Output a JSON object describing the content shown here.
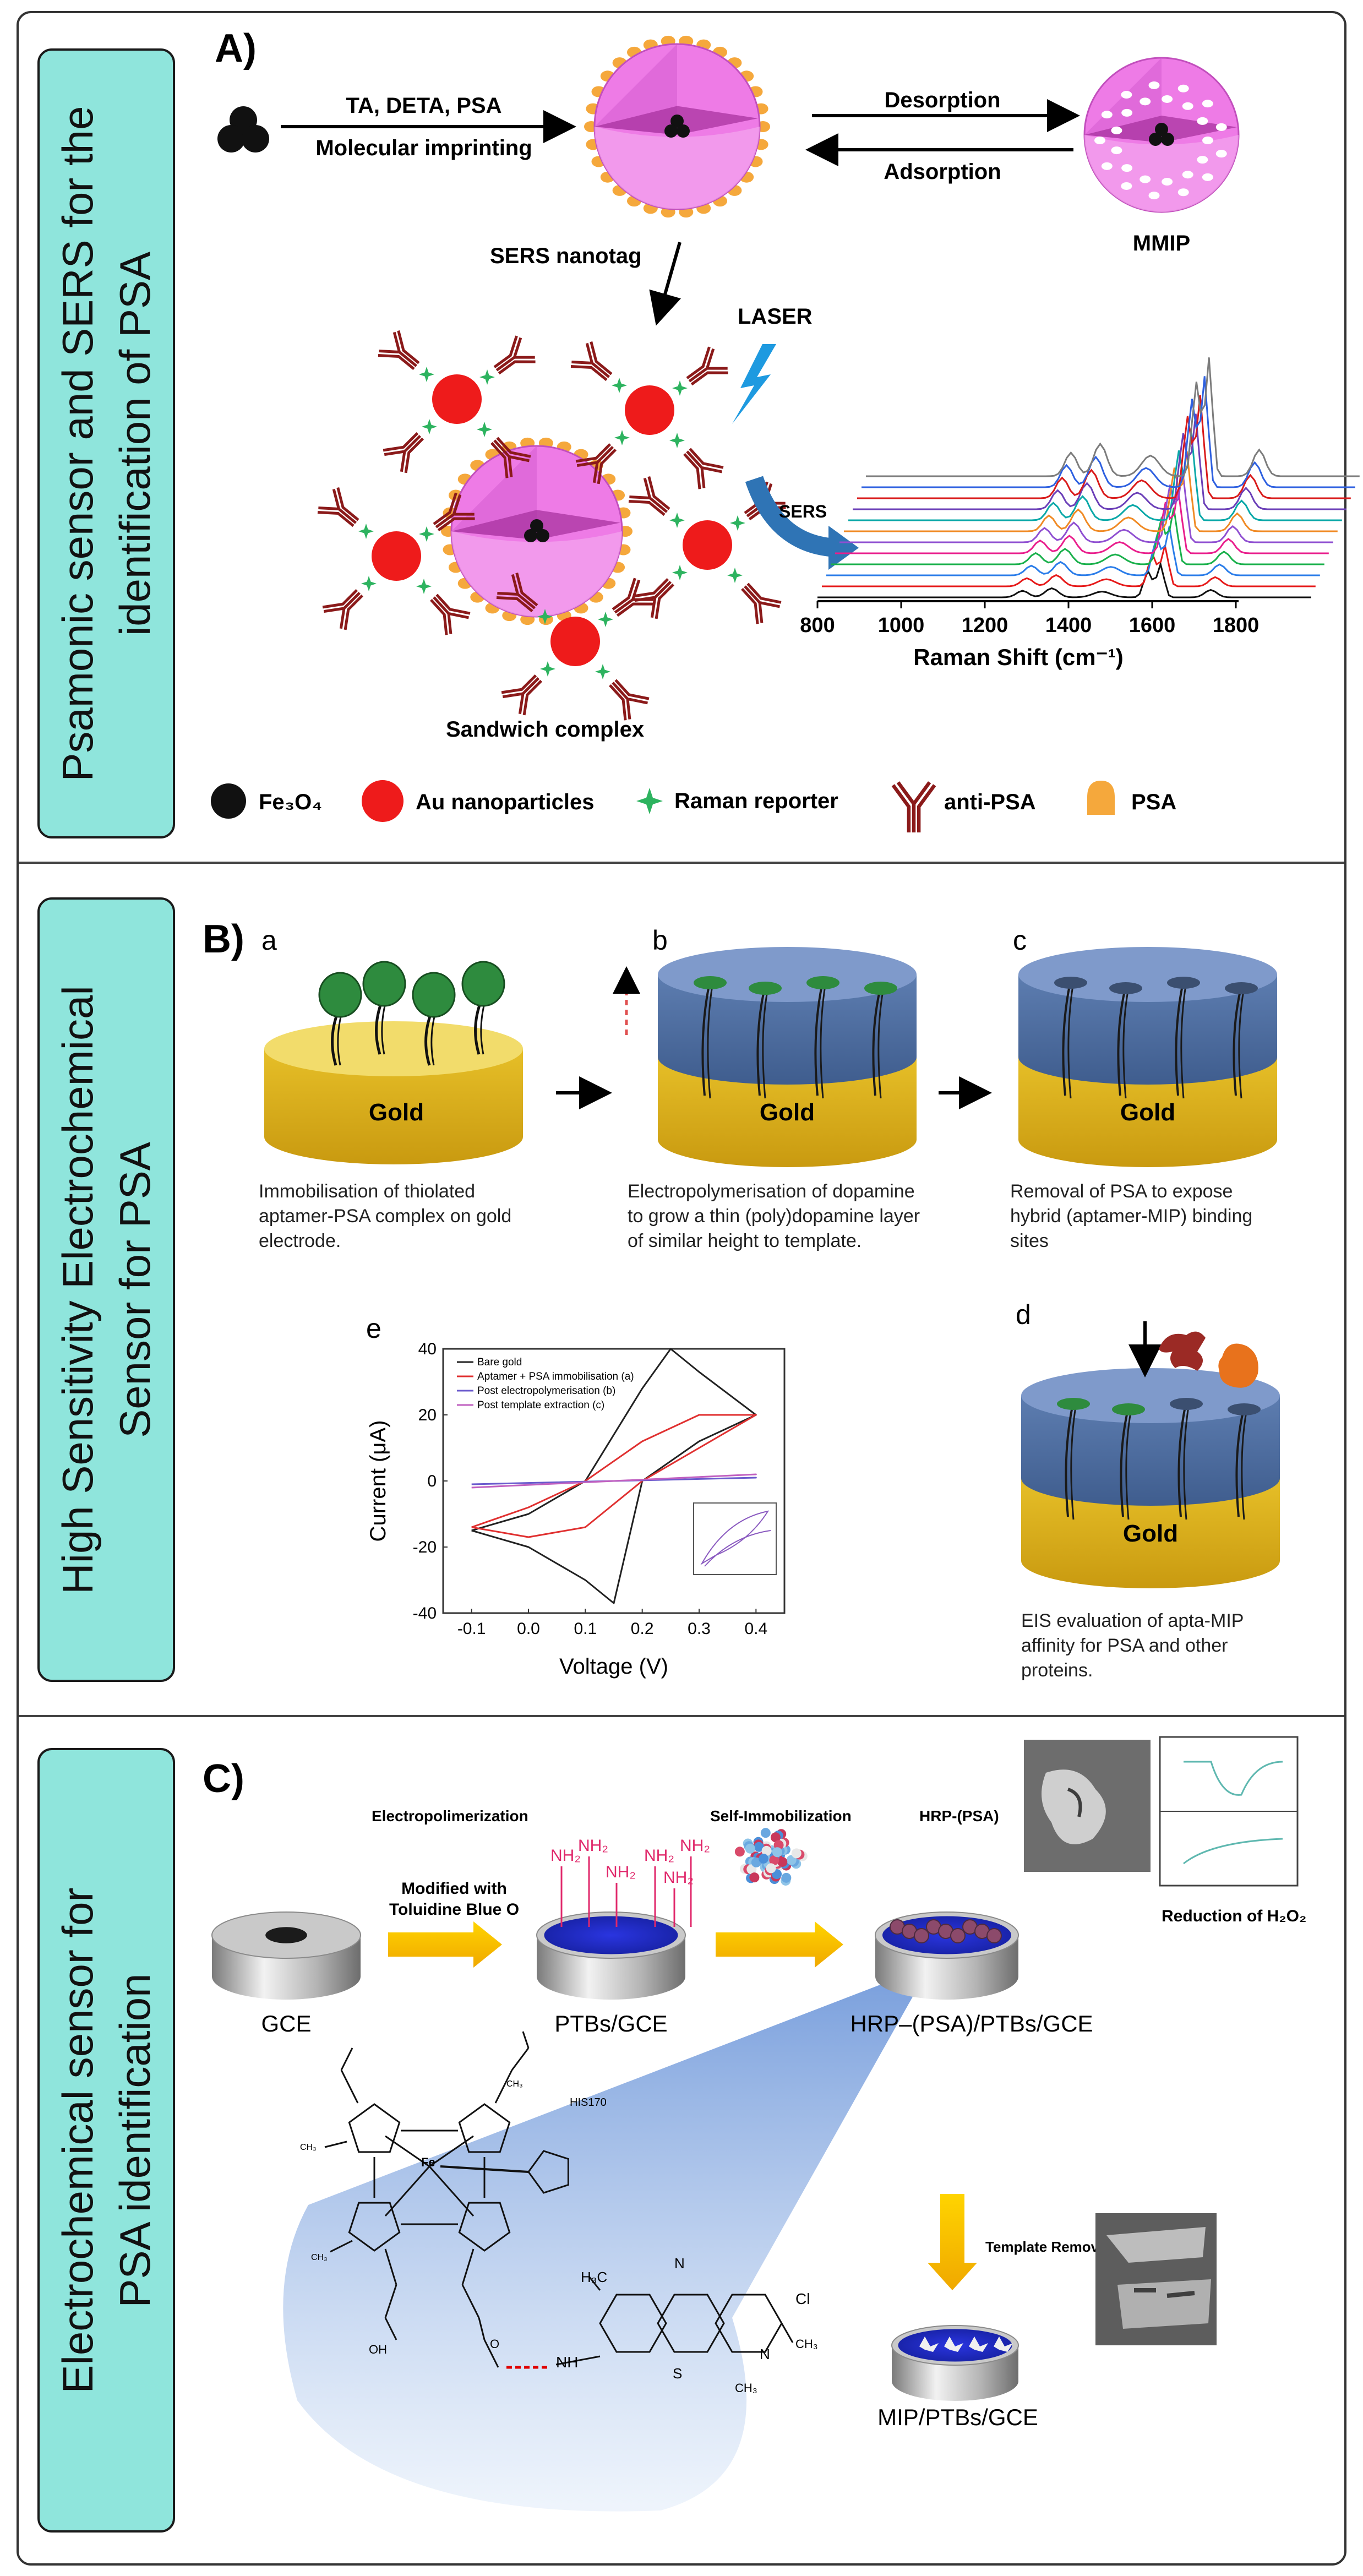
{
  "sidebars": {
    "a": {
      "line1": "Psamonic sensor and SERS for the",
      "line2": "identification of PSA"
    },
    "b": {
      "line1": "High Sensitivity Electrochemical",
      "line2": "Sensor for PSA"
    },
    "c": {
      "line1": "Electrochemical sensor for",
      "line2": "PSA identification"
    }
  },
  "panel_a": {
    "label": "A)",
    "reagents": "TA, DETA, PSA",
    "imprinting": "Molecular imprinting",
    "desorption": "Desorption",
    "adsorption": "Adsorption",
    "mmip": "MMIP",
    "sers_nanotag": "SERS nanotag",
    "laser": "LASER",
    "sers": "SERS",
    "sandwich": "Sandwich complex",
    "axis_title": "Raman Shift (cm⁻¹)",
    "ticks": [
      "800",
      "1000",
      "1200",
      "1400",
      "1600",
      "1800"
    ],
    "legend": {
      "fe3o4": "Fe₃O₄",
      "au": "Au nanoparticles",
      "raman": "Raman reporter",
      "anti": "anti-PSA",
      "psa": "PSA"
    },
    "colors": {
      "sphere": "#ee7be6",
      "psa": "#f5a83c",
      "au": "#ee1b1b",
      "reporter": "#2db35f",
      "antibody": "#8b1a1a"
    }
  },
  "panel_b": {
    "label": "B)",
    "letters": {
      "a": "a",
      "b": "b",
      "c": "c",
      "d": "d",
      "e": "e"
    },
    "gold": "Gold",
    "cap_a": [
      "Immobilisation of thiolated",
      "aptamer-PSA complex on gold",
      "electrode."
    ],
    "cap_b": [
      "Electropolymerisation of dopamine",
      "to grow a thin (poly)dopamine layer",
      "of similar height to template."
    ],
    "cap_c": [
      "Removal of PSA to expose",
      "hybrid (aptamer-MIP) binding",
      "sites"
    ],
    "cap_d": [
      "EIS evaluation of apta-MIP",
      "affinity for PSA and other",
      "proteins."
    ],
    "colors": {
      "gold": "#e0b51c",
      "polymer": "#5f7fae"
    }
  },
  "chart_data": {
    "type": "line",
    "title": "",
    "xlabel": "Voltage (V)",
    "ylabel": "Current (μA)",
    "xlim": [
      -0.15,
      0.45
    ],
    "ylim": [
      -40,
      40
    ],
    "xticks": [
      "-0.1",
      "0.0",
      "0.1",
      "0.2",
      "0.3",
      "0.4"
    ],
    "yticks": [
      "40",
      "20",
      "0",
      "-20",
      "-40"
    ],
    "legend_position": "top-left",
    "series": [
      {
        "name": "Bare gold",
        "color": "#222222",
        "x": [
          -0.1,
          0.0,
          0.1,
          0.2,
          0.25,
          0.3,
          0.4,
          0.3,
          0.2,
          0.15,
          0.1,
          0.0,
          -0.1
        ],
        "y": [
          -15,
          -10,
          0,
          28,
          40,
          33,
          20,
          12,
          0,
          -37,
          -30,
          -20,
          -15
        ]
      },
      {
        "name": "Aptamer + PSA immobilisation (a)",
        "color": "#e03030",
        "x": [
          -0.1,
          0.0,
          0.1,
          0.2,
          0.3,
          0.4,
          0.3,
          0.2,
          0.1,
          0.0,
          -0.1
        ],
        "y": [
          -14,
          -8,
          0,
          12,
          20,
          20,
          10,
          0,
          -14,
          -17,
          -14
        ]
      },
      {
        "name": "Post electropolymerisation (b)",
        "color": "#6a5acd",
        "x": [
          -0.1,
          0.4,
          -0.1
        ],
        "y": [
          -1,
          1,
          -1
        ]
      },
      {
        "name": "Post template extraction (c)",
        "color": "#c060c0",
        "x": [
          -0.1,
          0.4,
          -0.1
        ],
        "y": [
          -2,
          2,
          -2
        ]
      }
    ]
  },
  "panel_c": {
    "label": "C)",
    "electropol": "Electropolimerization",
    "self_immob": "Self-Immobilization",
    "hrp": "HRP-(PSA)",
    "modified": "Modified with",
    "toluidine": "Toluidine Blue O",
    "gce": "GCE",
    "ptbs": "PTBs/GCE",
    "hrp_ptbs": "HRP–(PSA)/PTBs/GCE",
    "mip": "MIP/PTBs/GCE",
    "reduction": "Reduction of H₂O₂",
    "template_removal": "Template Removal",
    "nh2": "NH₂",
    "his": "HIS170",
    "fe": "Fe",
    "oh": "OH",
    "ch3": "CH₃",
    "cl": "Cl",
    "nh": "NH",
    "n": "N",
    "s": "S",
    "o": "O",
    "h3c": "H₃C"
  }
}
